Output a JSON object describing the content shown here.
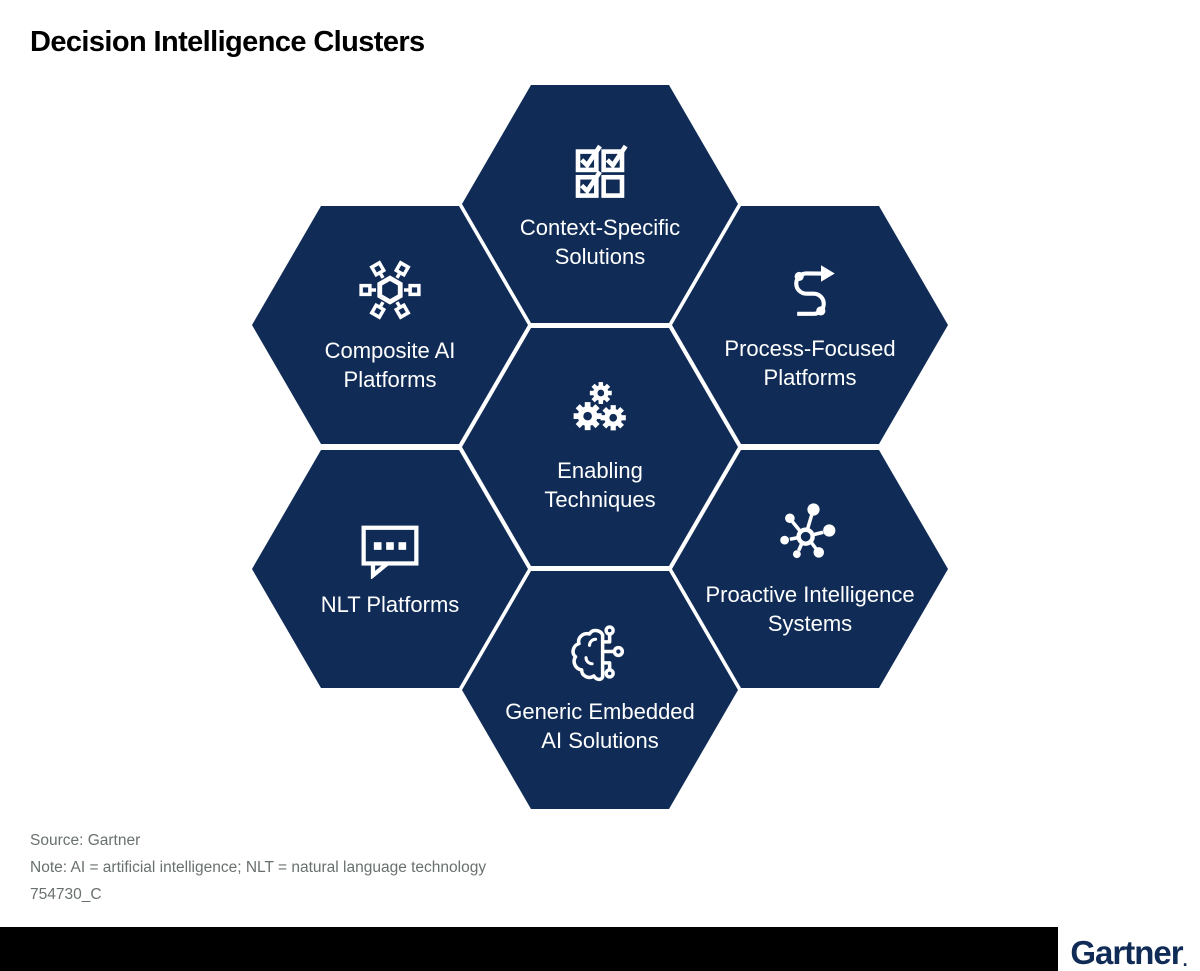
{
  "title": "Decision Intelligence Clusters",
  "colors": {
    "hexagon_navy": "#102C56",
    "icon_white": "#FFFFFF",
    "label_white": "#FFFFFF",
    "footer_gray": "#69716F",
    "bottom_bar_black": "#000000",
    "logo_navy": "#102C56",
    "background": "#FFFFFF"
  },
  "hexes": [
    {
      "name": "Context-Specific Solutions",
      "position": "top",
      "icon": "checkboxes-icon",
      "line1": "Context-Specific",
      "line2": "Solutions"
    },
    {
      "name": "Composite AI Platforms",
      "position": "upper-left",
      "icon": "composite-network-icon",
      "line1": "Composite AI",
      "line2": "Platforms"
    },
    {
      "name": "Process-Focused Platforms",
      "position": "upper-right",
      "icon": "process-arrow-icon",
      "line1": "Process-Focused",
      "line2": "Platforms"
    },
    {
      "name": "Enabling Techniques",
      "position": "center",
      "icon": "gears-icon",
      "line1": "Enabling",
      "line2": "Techniques"
    },
    {
      "name": "NLT Platforms",
      "position": "lower-left",
      "icon": "chat-bubble-icon",
      "line1": "NLT Platforms",
      "line2": ""
    },
    {
      "name": "Proactive Intelligence Systems",
      "position": "lower-right",
      "icon": "hub-network-icon",
      "line1": "Proactive Intelligence",
      "line2": "Systems"
    },
    {
      "name": "Generic Embedded AI Solutions",
      "position": "bottom",
      "icon": "brain-circuit-icon",
      "line1": "Generic Embedded",
      "line2": "AI Solutions"
    }
  ],
  "footer": {
    "source": "Source: Gartner",
    "note": "Note: AI = artificial intelligence; NLT = natural language technology",
    "figure_id": "754730_C"
  },
  "logo": {
    "text": "Gartner",
    "mark": "."
  }
}
